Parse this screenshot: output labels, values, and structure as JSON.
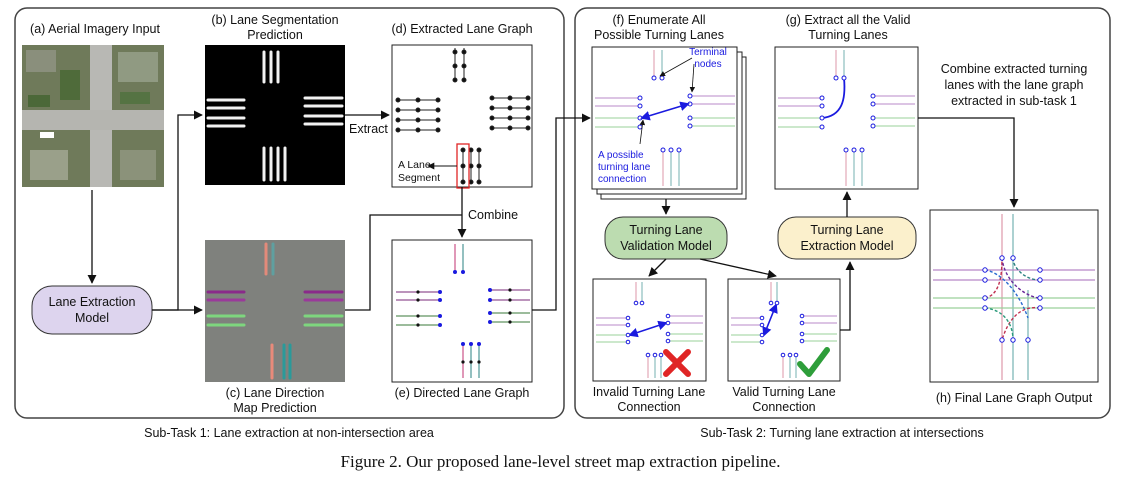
{
  "figure_caption": "Figure 2. Our proposed lane-level street map extraction pipeline.",
  "subtask1": {
    "caption": "Sub-Task 1: Lane extraction at non-intersection area",
    "panel_a_title": "(a) Aerial Imagery Input",
    "panel_b_title_1": "(b) Lane Segmentation",
    "panel_b_title_2": "Prediction",
    "panel_c_title_1": "(c) Lane Direction",
    "panel_c_title_2": "Map Prediction",
    "panel_d_title": "(d) Extracted Lane Graph",
    "panel_e_title": "(e) Directed Lane Graph",
    "model_line1": "Lane Extraction",
    "model_line2": "Model",
    "extract_label": "Extract",
    "combine_label": "Combine",
    "segment_line1": "A Lane",
    "segment_line2": "Segment"
  },
  "subtask2": {
    "caption": "Sub-Task 2: Turning lane extraction at intersections",
    "panel_f_title_1": "(f) Enumerate All",
    "panel_f_title_2": "Possible Turning Lanes",
    "panel_g_title_1": "(g) Extract all the Valid",
    "panel_g_title_2": "Turning Lanes",
    "terminal_1": "Terminal",
    "terminal_2": "nodes",
    "possible_1": "A possible",
    "possible_2": "turning lane",
    "possible_3": "connection",
    "validation_line1": "Turning Lane",
    "validation_line2": "Validation Model",
    "extraction_line1": "Turning Lane",
    "extraction_line2": "Extraction Model",
    "invalid_line1": "Invalid Turning Lane",
    "invalid_line2": "Connection",
    "valid_line1": "Valid Turning Lane",
    "valid_line2": "Connection",
    "combine_1": "Combine extracted turning",
    "combine_2": "lanes with the lane graph",
    "combine_3": "extracted in sub-task 1",
    "final_title": "(h) Final Lane Graph Output"
  },
  "colors": {
    "model_fill": "#ddd4ee",
    "validation_fill": "#bcdcb0",
    "extraction_fill": "#fbf0cc",
    "node_blue": "#1a1adf",
    "cross_red": "#e02525",
    "check_green": "#2e9e3a"
  }
}
